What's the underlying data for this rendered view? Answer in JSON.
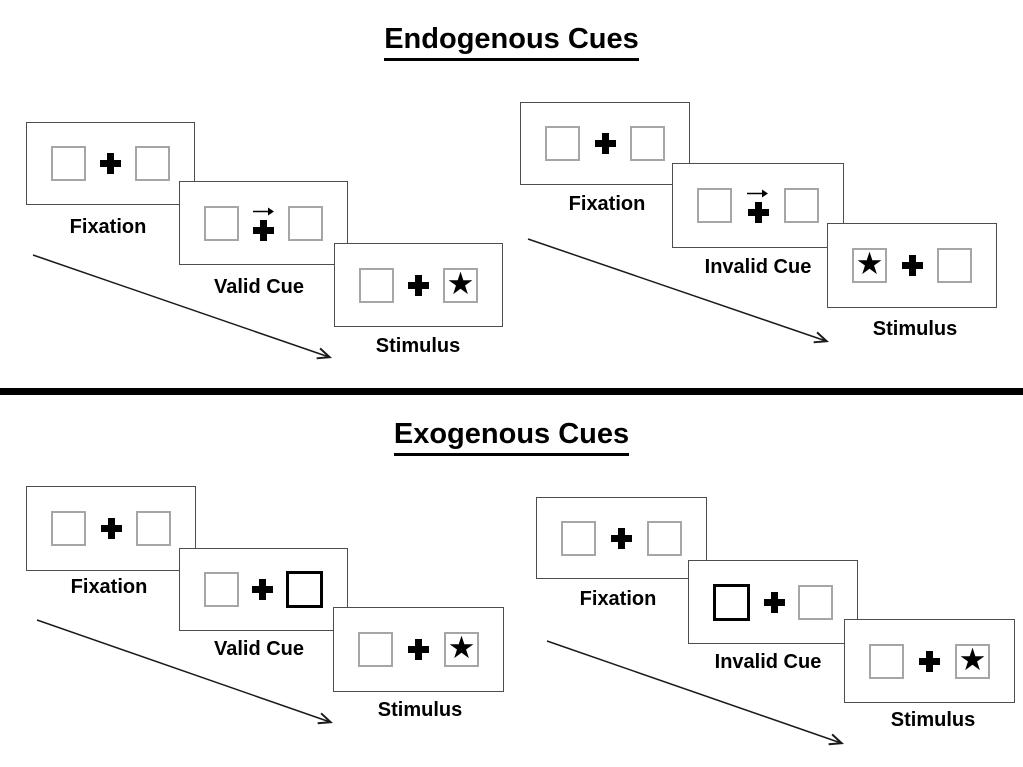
{
  "icons": {
    "star": "★"
  },
  "colors": {
    "panel_border": "#4d4d4d",
    "box_border": "#a6a6a6",
    "cue_box_border": "#000000",
    "divider": "#000000",
    "text": "#000000"
  },
  "sections": {
    "endogenous": {
      "title": "Endogenous Cues",
      "valid": {
        "fixation_label": "Fixation",
        "cue_label": "Valid Cue",
        "stimulus_label": "Stimulus"
      },
      "invalid": {
        "fixation_label": "Fixation",
        "cue_label": "Invalid Cue",
        "stimulus_label": "Stimulus"
      }
    },
    "exogenous": {
      "title": "Exogenous Cues",
      "valid": {
        "fixation_label": "Fixation",
        "cue_label": "Valid Cue",
        "stimulus_label": "Stimulus"
      },
      "invalid": {
        "fixation_label": "Fixation",
        "cue_label": "Invalid Cue",
        "stimulus_label": "Stimulus"
      }
    }
  }
}
